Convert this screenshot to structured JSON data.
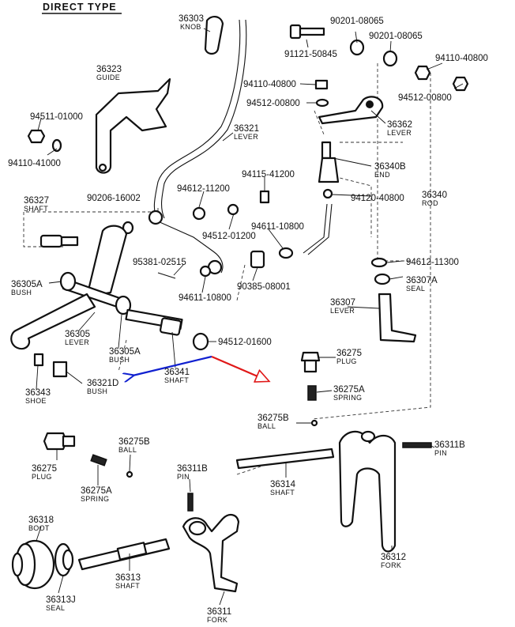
{
  "title": "DIRECT TYPE",
  "colors": {
    "blue_arrow": "#1020d0",
    "red_arrow": "#e01818",
    "ink": "#111111"
  },
  "labels": {
    "p36303": {
      "num": "36303",
      "cap": "KNOB"
    },
    "p91121": {
      "num": "91121-50845"
    },
    "p90201a": {
      "num": "90201-08065"
    },
    "p90201b": {
      "num": "90201-08065"
    },
    "p94110a": {
      "num": "94110-40800"
    },
    "p36323": {
      "num": "36323",
      "cap": "GUIDE"
    },
    "p94110b": {
      "num": "94110-40800"
    },
    "p94512a": {
      "num": "94512-00800"
    },
    "p94512b": {
      "num": "94512-00800"
    },
    "p36362": {
      "num": "36362",
      "cap": "LEVER"
    },
    "p94511": {
      "num": "94511-01000"
    },
    "p94110c": {
      "num": "94110-41000"
    },
    "p36321": {
      "num": "36321",
      "cap": "LEVER"
    },
    "p36340B": {
      "num": "36340B",
      "cap": "END"
    },
    "p94115": {
      "num": "94115-41200"
    },
    "p94612a": {
      "num": "94612-11200"
    },
    "p36340": {
      "num": "36340",
      "cap": "ROD"
    },
    "p94120": {
      "num": "94120-40800"
    },
    "p36327": {
      "num": "36327",
      "cap": "SHAFT"
    },
    "p90206": {
      "num": "90206-16002"
    },
    "p94512c": {
      "num": "94512-01200"
    },
    "p94611a": {
      "num": "94611-10800"
    },
    "p95381": {
      "num": "95381-02515"
    },
    "p94612b": {
      "num": "94612-11300"
    },
    "p36305A1": {
      "num": "36305A",
      "cap": "BUSH"
    },
    "p94611b": {
      "num": "94611-10800"
    },
    "p90385": {
      "num": "90385-08001"
    },
    "p36307A": {
      "num": "36307A",
      "cap": "SEAL"
    },
    "p36307": {
      "num": "36307",
      "cap": "LEVER"
    },
    "p36305": {
      "num": "36305",
      "cap": "LEVER"
    },
    "p94512d": {
      "num": "94512-01600"
    },
    "p36305A2": {
      "num": "36305A",
      "cap": "BUSH"
    },
    "p36275a": {
      "num": "36275",
      "cap": "PLUG"
    },
    "p36341": {
      "num": "36341",
      "cap": "SHAFT"
    },
    "p36321D": {
      "num": "36321D",
      "cap": "BUSH"
    },
    "p36343": {
      "num": "36343",
      "cap": "SHOE"
    },
    "p36275Aa": {
      "num": "36275A",
      "cap": "SPRING"
    },
    "p36275Ba": {
      "num": "36275B",
      "cap": "BALL"
    },
    "p36275Bb": {
      "num": "36275B",
      "cap": "BALL"
    },
    "p36311Ba": {
      "num": "36311B",
      "cap": "PIN"
    },
    "p36275b": {
      "num": "36275",
      "cap": "PLUG"
    },
    "p36275Ab": {
      "num": "36275A",
      "cap": "SPRING"
    },
    "p36311Bb": {
      "num": "36311B",
      "cap": "PIN"
    },
    "p36314": {
      "num": "36314",
      "cap": "SHAFT"
    },
    "p36318": {
      "num": "36318",
      "cap": "BOOT"
    },
    "p36313": {
      "num": "36313",
      "cap": "SHAFT"
    },
    "p36312": {
      "num": "36312",
      "cap": "FORK"
    },
    "p36313J": {
      "num": "36313J",
      "cap": "SEAL"
    },
    "p36311": {
      "num": "36311",
      "cap": "FORK"
    }
  }
}
